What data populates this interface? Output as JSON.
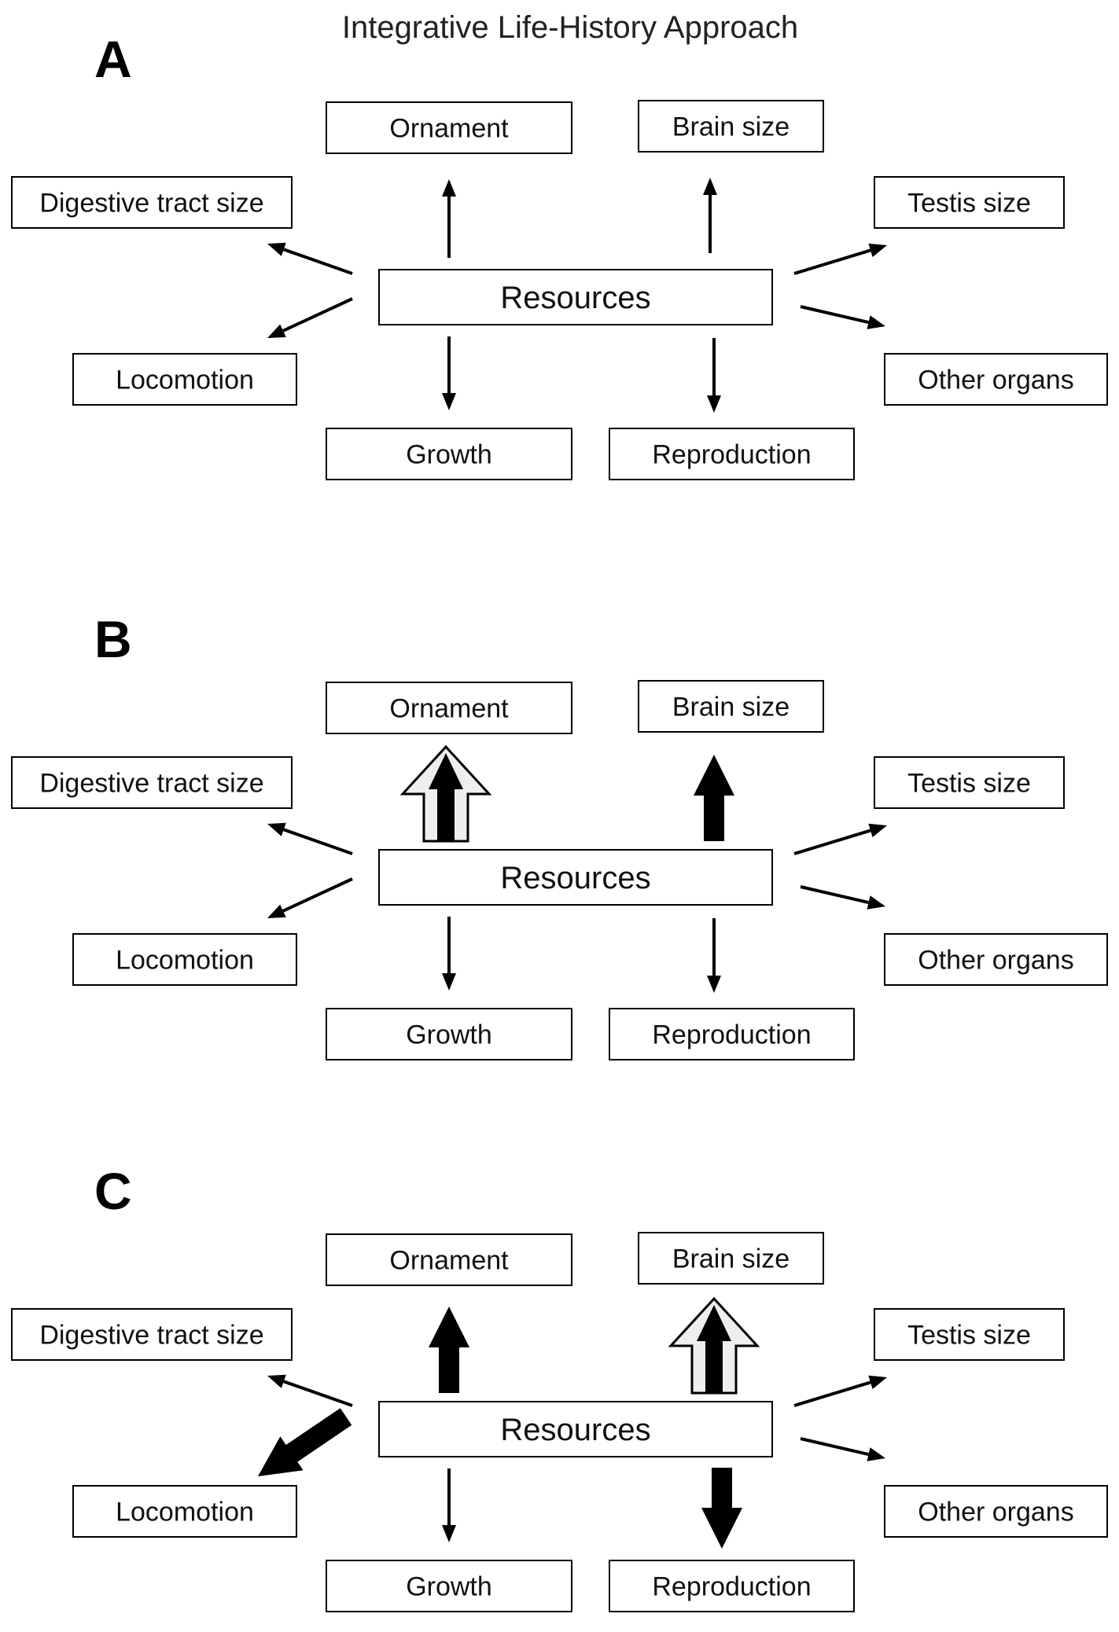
{
  "title": "Integrative Life-History Approach",
  "center_label": "Resources",
  "labels": {
    "ornament": "Ornament",
    "brain": "Brain size",
    "digestive": "Digestive tract size",
    "testis": "Testis size",
    "locomotion": "Locomotion",
    "other": "Other organs",
    "growth": "Growth",
    "reproduction": "Reproduction"
  },
  "panels": [
    {
      "letter": "A",
      "arrows": {
        "ornament": "thin",
        "brain": "thin",
        "digestive": "thin",
        "testis": "thin",
        "locomotion": "thin",
        "other": "thin",
        "growth": "thin",
        "reproduction": "thin"
      }
    },
    {
      "letter": "B",
      "arrows": {
        "ornament": "thick-outlined",
        "brain": "thick",
        "digestive": "thin",
        "testis": "thin",
        "locomotion": "thin",
        "other": "thin",
        "growth": "thin",
        "reproduction": "thin"
      }
    },
    {
      "letter": "C",
      "arrows": {
        "ornament": "thick",
        "brain": "thick-outlined",
        "digestive": "thin",
        "testis": "thin",
        "locomotion": "thick",
        "other": "thin",
        "growth": "thin",
        "reproduction": "thick"
      }
    }
  ],
  "colors": {
    "ink": "#000000",
    "outline_fill": "#eeeeee"
  }
}
